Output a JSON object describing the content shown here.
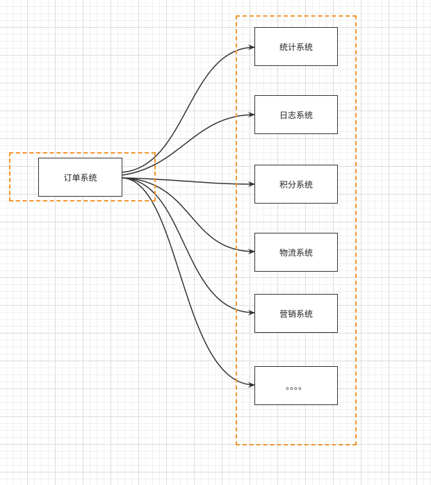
{
  "source": {
    "label": "订单系统"
  },
  "targets": [
    {
      "label": "统计系统"
    },
    {
      "label": "日志系统"
    },
    {
      "label": "积分系统"
    },
    {
      "label": "物流系统"
    },
    {
      "label": "营销系统"
    },
    {
      "label": "。。。。"
    }
  ],
  "colors": {
    "group_border": "#f0962f",
    "node_border": "#333333",
    "edge": "#333333"
  }
}
